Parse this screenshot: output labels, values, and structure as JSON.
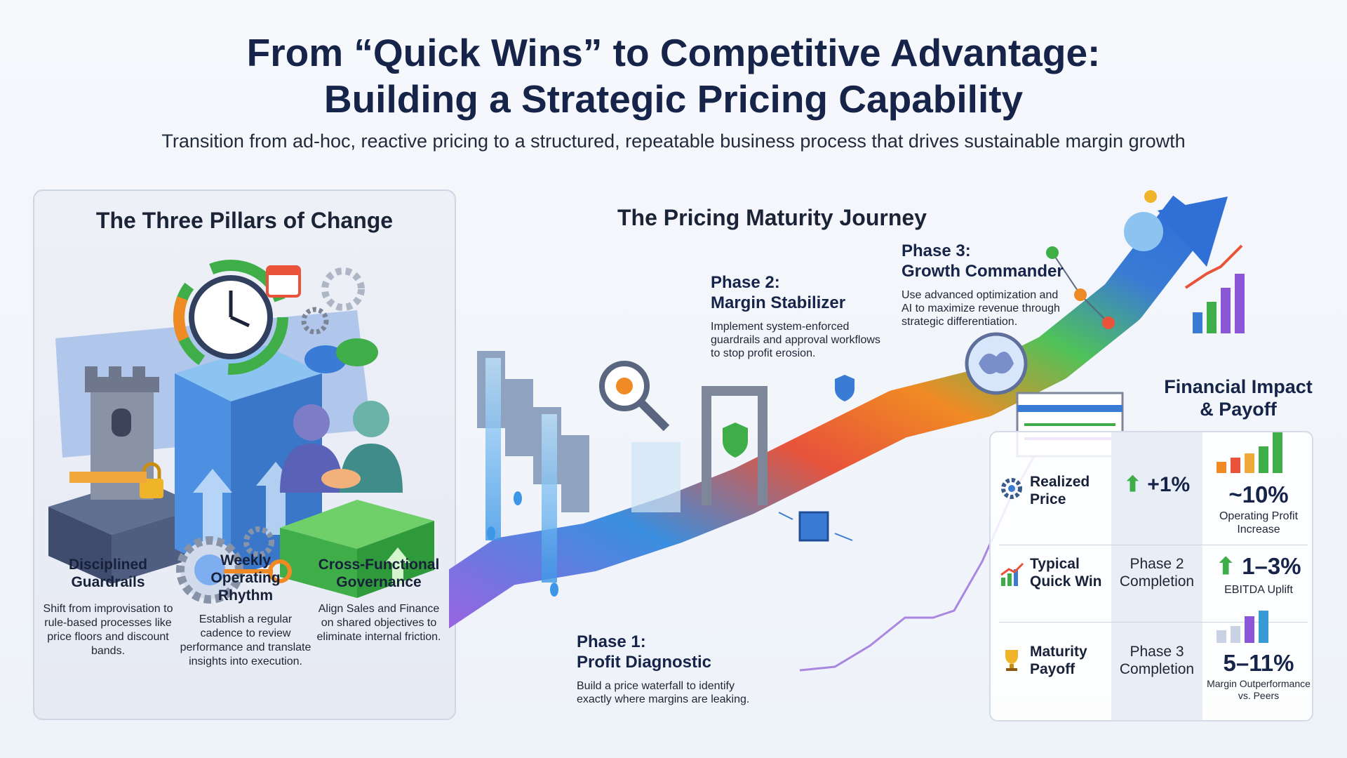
{
  "header": {
    "title_line1": "From “Quick Wins” to Competitive Advantage:",
    "title_line2": "Building a Strategic Pricing Capability",
    "subtitle": "Transition from ad-hoc, reactive pricing to a structured, repeatable business process that drives sustainable margin growth"
  },
  "pillars": {
    "title": "The Three Pillars of Change",
    "items": [
      {
        "title": "Disciplined Guardrails",
        "desc": "Shift from improvisation to rule-based processes like price floors and discount bands."
      },
      {
        "title": "Weekly Operating Rhythm",
        "desc": "Establish a regular cadence to review performance and translate insights into execution."
      },
      {
        "title": "Cross-Functional Governance",
        "desc": "Align Sales and Finance on shared objectives to eliminate internal friction."
      }
    ]
  },
  "journey": {
    "title": "The Pricing Maturity Journey",
    "phases": [
      {
        "label": "Phase 1:",
        "name": "Profit Diagnostic",
        "desc": "Build a price waterfall to identify exactly where margins are leaking."
      },
      {
        "label": "Phase 2:",
        "name": "Margin Stabilizer",
        "desc": "Implement system-enforced guardrails and approval workflows to stop profit erosion."
      },
      {
        "label": "Phase 3:",
        "name": "Growth Commander",
        "desc": "Use advanced optimization and AI to maximize revenue through strategic differentiation."
      }
    ]
  },
  "impact": {
    "title_line1": "Financial Impact",
    "title_line2": "& Payoff",
    "rows": [
      {
        "label_line1": "Realized",
        "label_line2": "Price",
        "mid": "+1%",
        "value": "~10%",
        "caption": "Operating Profit Increase",
        "icon": "gear-icon"
      },
      {
        "label_line1": "Typical",
        "label_line2": "Quick Win",
        "mid_line1": "Phase 2",
        "mid_line2": "Completion",
        "value": "1–3%",
        "caption": "EBITDA Uplift",
        "icon": "bar-chart-icon"
      },
      {
        "label_line1": "Maturity",
        "label_line2": "Payoff",
        "mid_line1": "Phase 3",
        "mid_line2": "Completion",
        "value": "5–11%",
        "caption": "Margin Outperformance vs. Peers",
        "icon": "trophy-icon"
      }
    ]
  },
  "colors": {
    "navy": "#16244a",
    "blue": "#3a7bd5",
    "green": "#3fae49",
    "orange": "#f08a24",
    "purple": "#8c57d6",
    "red": "#e8533a"
  }
}
